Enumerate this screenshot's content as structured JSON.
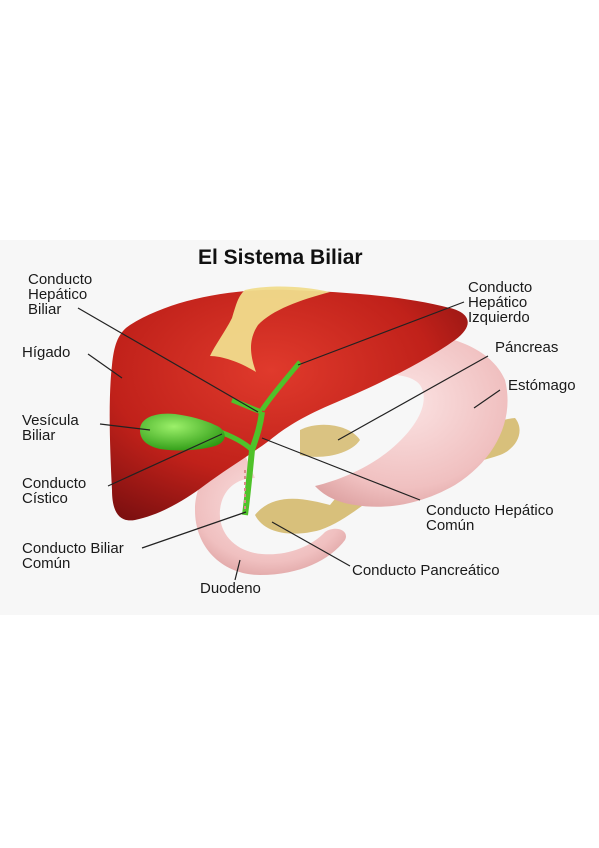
{
  "title": "El Sistema Biliar",
  "labels": {
    "conducto_hepatico_biliar": "Conducto\nHepático\nBiliar",
    "higado": "Hígado",
    "vesicula_biliar": "Vesícula\nBiliar",
    "conducto_cistico": "Conducto\nCístico",
    "conducto_biliar_comun": "Conducto Biliar\nComún",
    "duodeno": "Duodeno",
    "conducto_hepatico_izquierdo": "Conducto\nHepático\nIzquierdo",
    "pancreas": "Páncreas",
    "estomago": "Estómago",
    "conducto_hepatico_comun": "Conducto Hepático\nComún",
    "conducto_pancreatico": "Conducto Pancreático"
  },
  "colors": {
    "liver": "#c0211a",
    "liver_dark": "#8e1410",
    "gallbladder": "#4fc22a",
    "stomach": "#f2c4c4",
    "pancreas": "#d9c07a",
    "fat": "#f0dc8c",
    "leader_line": "#222222"
  }
}
